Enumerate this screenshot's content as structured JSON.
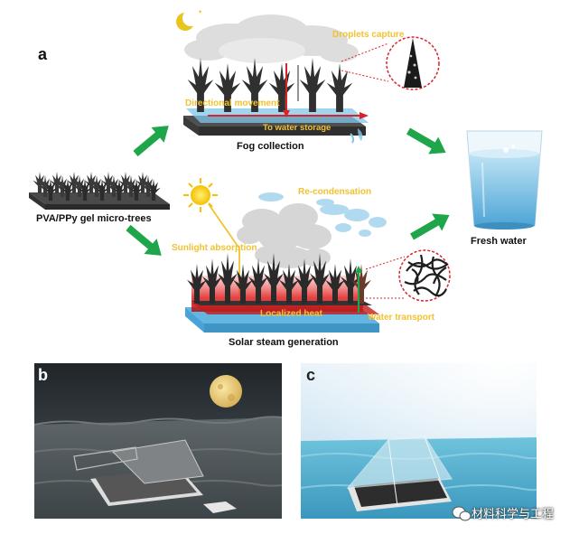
{
  "panels": {
    "a": "a",
    "b": "b",
    "c": "c"
  },
  "labels": {
    "droplets_capture": "Droplets capture",
    "directional_movement": "Directional movement",
    "to_water_storage": "To water storage",
    "fog_collection": "Fog collection",
    "pva_ppy": "PVA/PPy gel micro-trees",
    "re_condensation": "Re-condensation",
    "fresh_water": "Fresh water",
    "sunlight_absorption": "Sunlight absorption",
    "localized_heat": "Localized heat",
    "water_transport": "Water transport",
    "solar_steam": "Solar steam generation"
  },
  "watermark": "材料科学与工程",
  "colors": {
    "arrow_green": "#1fa64a",
    "label_yellow": "#f2c230",
    "heat_red": "#d8232a",
    "water_blue": "#4aa3d8",
    "tree_dark": "#2e2e2e",
    "night_sky": "#2a3036",
    "day_sky": "#cfe6f3"
  },
  "icons": {
    "moon": "moon-icon",
    "sun": "sun-icon",
    "wechat": "wechat-icon"
  }
}
